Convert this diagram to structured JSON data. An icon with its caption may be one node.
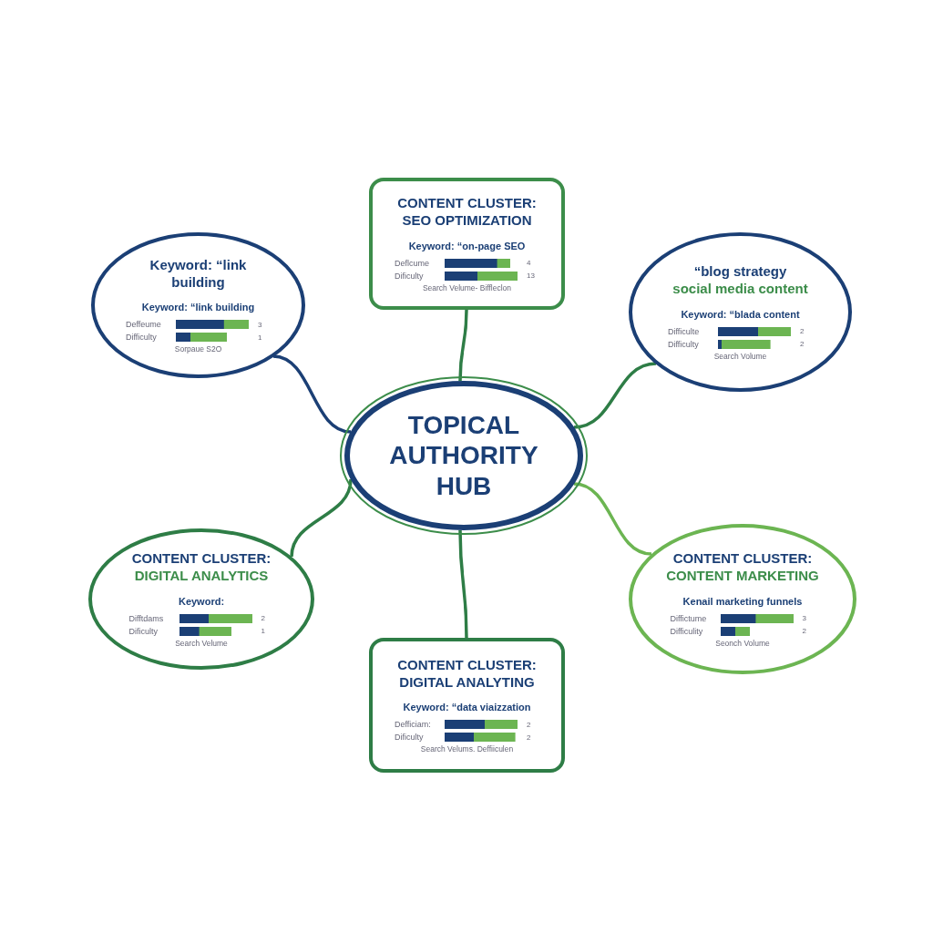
{
  "diagram": {
    "nodes": [
      {
        "text": [
          "TOPICAL AUTHORITY HUB"
        ]
      },
      {
        "text": [
          "Keyword: “link building",
          "Keyword: “link building",
          "Deffeume",
          "3",
          "Difficulty",
          "1",
          "Sorpaue S2O"
        ]
      },
      {
        "text": [
          "CONTENT CLUSTER: SEO OPTIMIZATION",
          "Keyword: “on-page SEO",
          "Deflcume",
          "4",
          "Dificulty",
          "13",
          "Search Velume- Biffleclon"
        ]
      },
      {
        "text": [
          "“blog strategy",
          "social media content",
          "Keyword: “blada content",
          "Difficulte",
          "2",
          "Difficulty",
          "2",
          "Search Volume"
        ]
      },
      {
        "text": [
          "CONTENT CLUSTER:",
          "DIGITAL ANALYTICS",
          "Keyword:",
          "Difftdams",
          "2",
          "Dificulty",
          "1",
          "Search Velume"
        ]
      },
      {
        "text": [
          "CONTENT CLUSTER:",
          "CONTENT MARKETING",
          "Kenail marketing funnels",
          "Diffictume",
          "3",
          "Difficulity",
          "2",
          "Seonch Volume"
        ]
      },
      {
        "text": [
          "CONTENT CLUSTER: DIGITAL ANALYTING",
          "Keyword: “data viaizzation",
          "Defficiam:",
          "2",
          "Dificulty",
          "2",
          "Search Velums. Deffiiculen"
        ]
      }
    ],
    "edges": [
      {
        "from": 0,
        "to": 1,
        "arrow": "none",
        "color": "#1b3f75"
      },
      {
        "from": 0,
        "to": 2,
        "arrow": "none"
      },
      {
        "from": 0,
        "to": 3,
        "arrow": "none"
      },
      {
        "from": 0,
        "to": 4,
        "arrow": "none"
      },
      {
        "from": 0,
        "to": 5,
        "arrow": "none",
        "color": "#6cb552"
      },
      {
        "from": 0,
        "to": 6,
        "arrow": "none"
      }
    ]
  }
}
